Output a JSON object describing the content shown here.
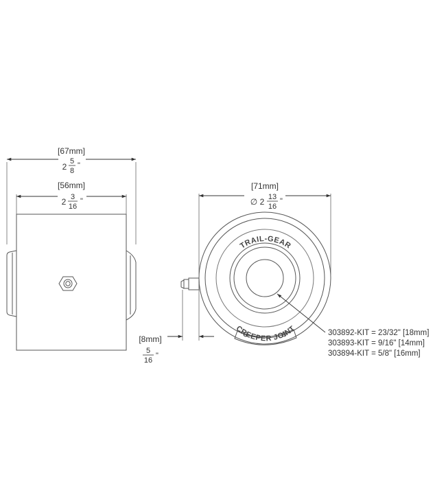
{
  "dimensions": {
    "overall_width": {
      "metric": "[67mm]",
      "whole": "2",
      "num": "5",
      "den": "8",
      "unit": "\""
    },
    "body_width": {
      "metric": "[56mm]",
      "whole": "2",
      "num": "3",
      "den": "16",
      "unit": "\""
    },
    "diameter": {
      "metric": "[71mm]",
      "symbol": "∅",
      "whole": "2",
      "num": "13",
      "den": "16",
      "unit": "\""
    },
    "offset": {
      "metric": "[8mm]",
      "num": "5",
      "den": "16",
      "unit": "\""
    }
  },
  "face_text": {
    "top": "TRAIL-GEAR",
    "bottom": "CREEPER JOINT"
  },
  "part_numbers": [
    "303892-KIT = 23/32\" [18mm]",
    "303893-KIT = 9/16\" [14mm]",
    "303894-KIT = 5/8\" [16mm]"
  ]
}
